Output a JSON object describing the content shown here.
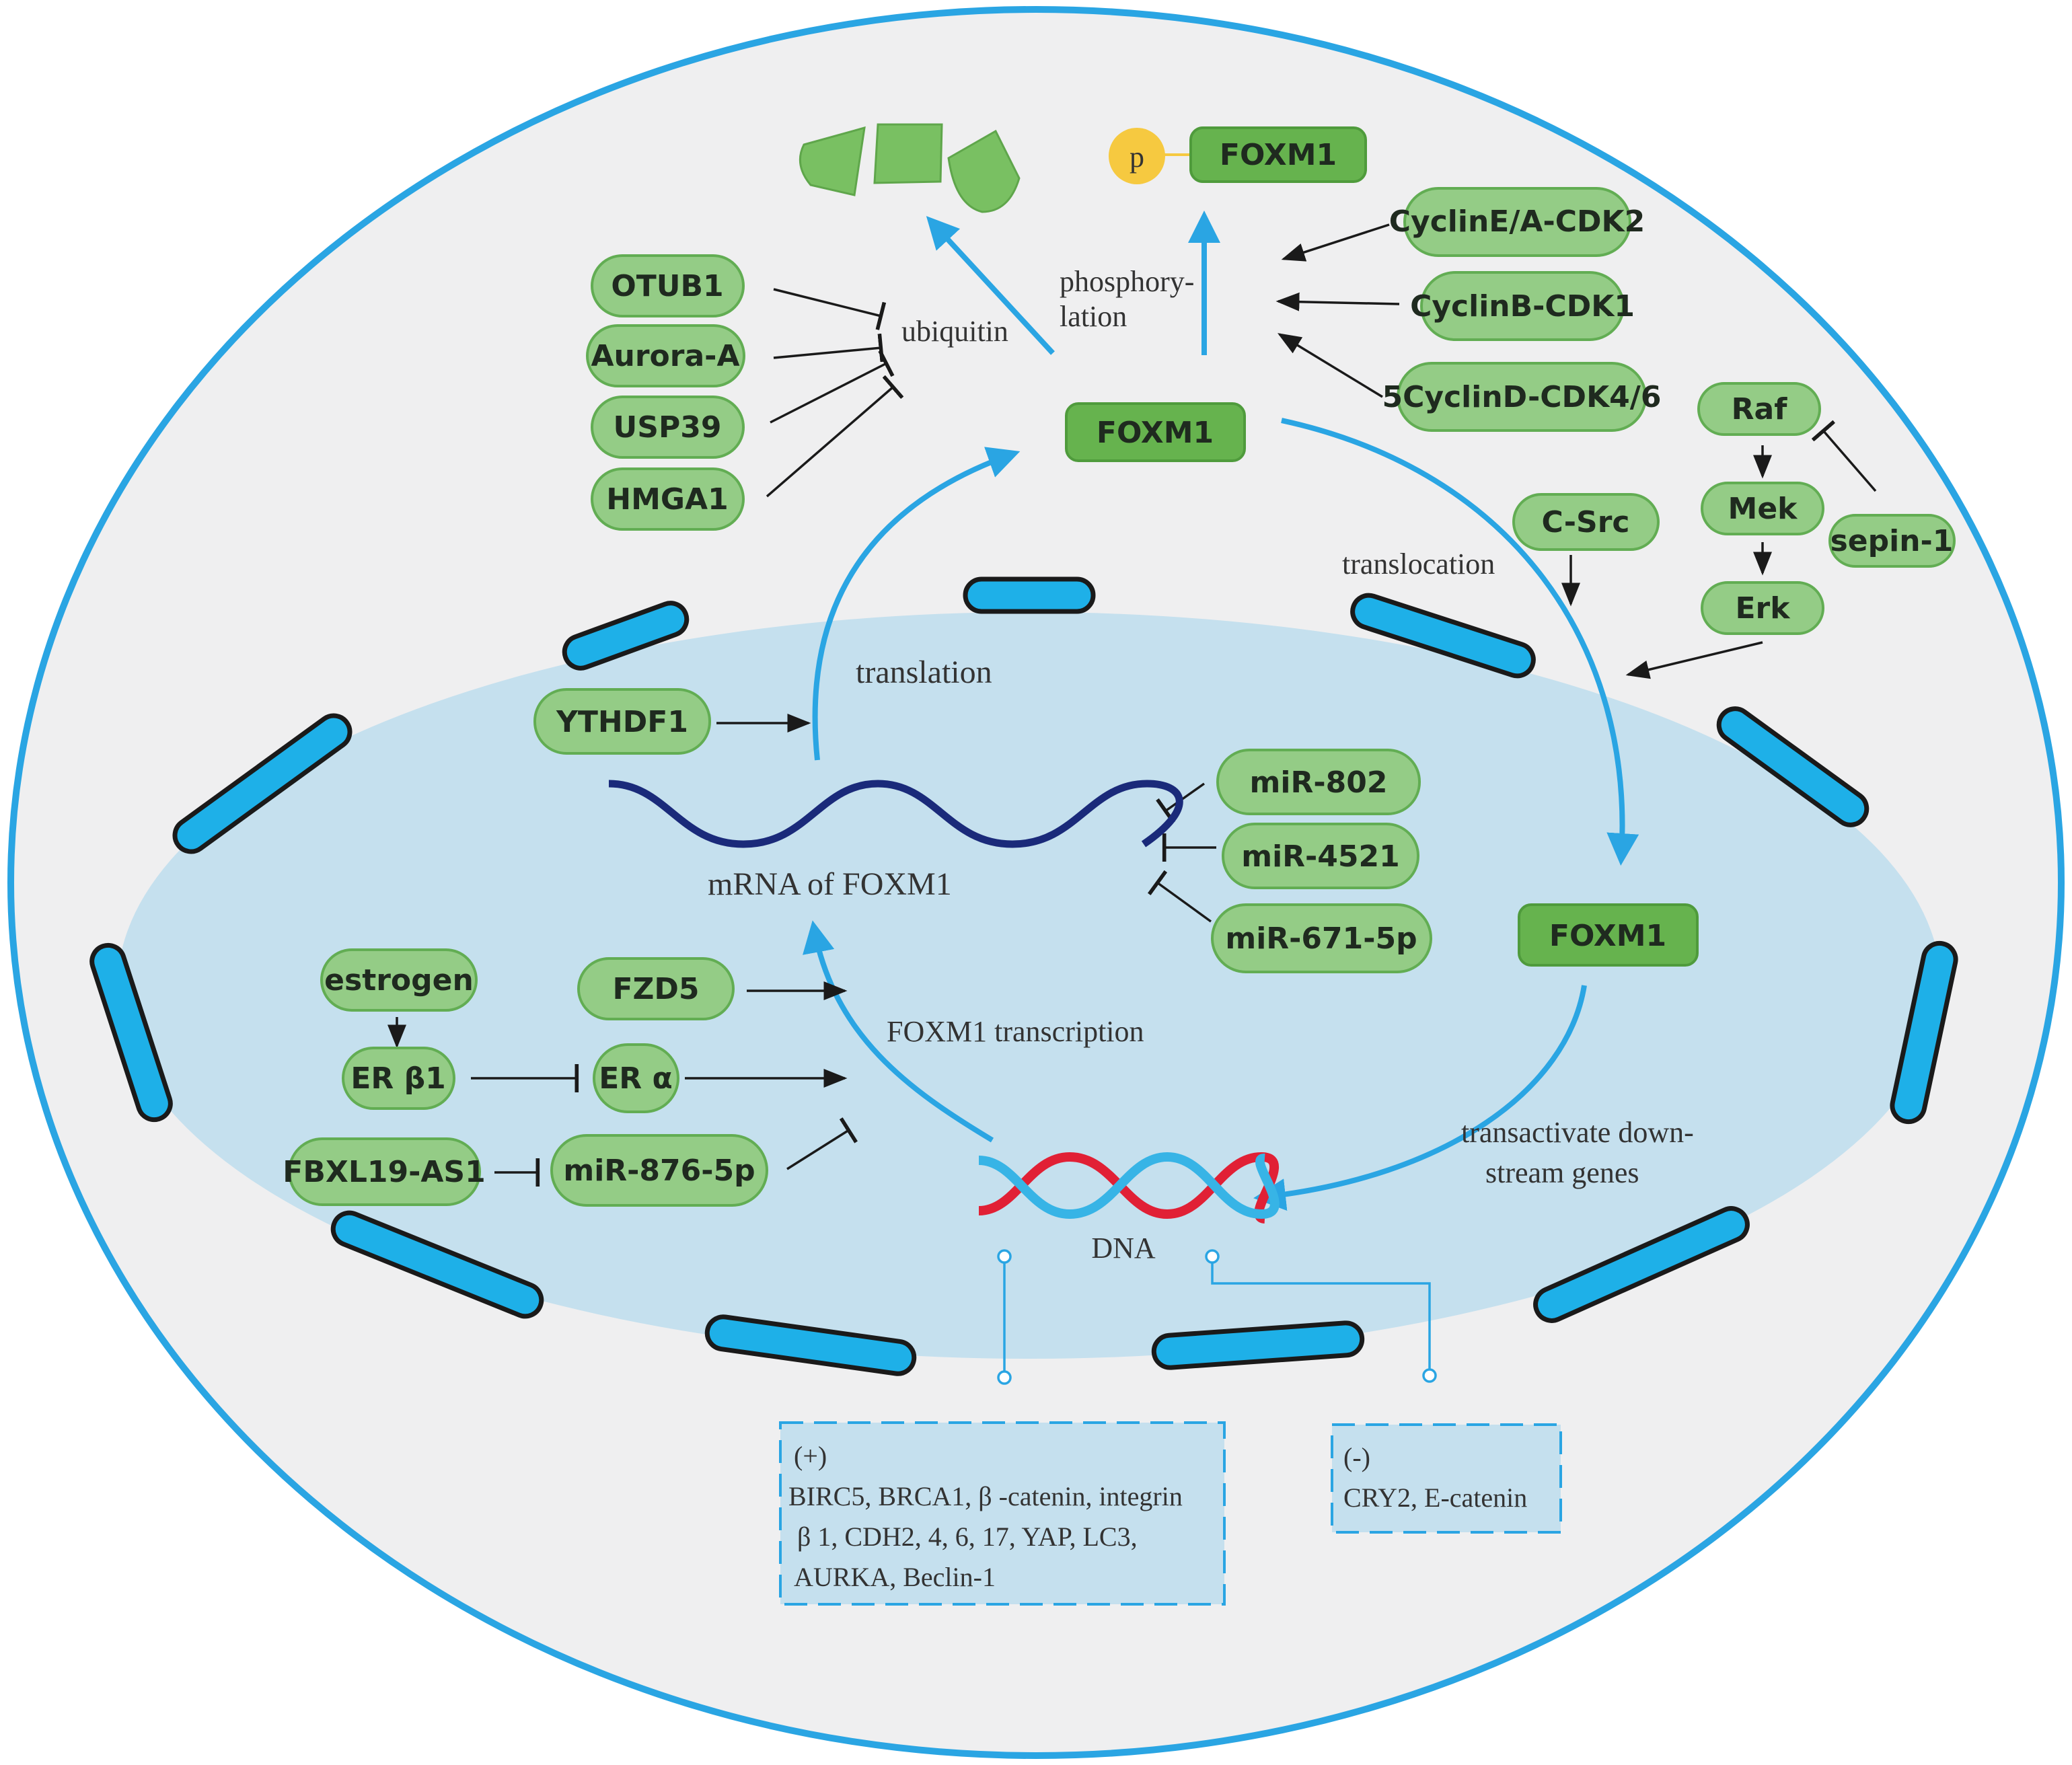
{
  "nodes": {
    "foxm1_phospho": "FOXM1",
    "p_label": "p",
    "cyclin_ea": "CyclinE/A-CDK2",
    "cyclin_b": "CyclinB-CDK1",
    "cyclin_d": "5CyclinD-CDK4/6",
    "otub1": "OTUB1",
    "aurora_a": "Aurora-A",
    "usp39": "USP39",
    "hmga1": "HMGA1",
    "foxm1_cyto": "FOXM1",
    "raf": "Raf",
    "mek": "Mek",
    "erk": "Erk",
    "sepin1": "sepin-1",
    "csrc": "C-Src",
    "ythdf1": "YTHDF1",
    "mir802": "miR-802",
    "mir4521": "miR-4521",
    "mir671": "miR-671-5p",
    "foxm1_nuc": "FOXM1",
    "estrogen": "estrogen",
    "fzd5": "FZD5",
    "erb1": "ER β1",
    "era": "ER α",
    "fbxl19": "FBXL19-AS1",
    "mir876": "miR-876-5p"
  },
  "labels": {
    "phosphorylation_1": "phosphory-",
    "phosphorylation_2": "lation",
    "ubiquitin": "ubiquitin",
    "translocation": "translocation",
    "translation": "translation",
    "mrna": "mRNA of FOXM1",
    "transcription": "FOXM1 transcription",
    "transactivate_1": "transactivate down-",
    "transactivate_2": "stream genes",
    "dna": "DNA"
  },
  "positive_box": {
    "header": "(+)",
    "line1": "BIRC5, BRCA1,  β -catenin, integrin",
    "line2": "β 1, CDH2, 4, 6, 17, YAP, LC3,",
    "line3": "AURKA, Beclin-1"
  },
  "negative_box": {
    "header": "(-)",
    "line1": "CRY2, E-catenin"
  },
  "colors": {
    "cell_fill": "#efeff0",
    "cell_border": "#2aa5e3",
    "nucleus_fill": "#c5e0ee",
    "pill_light": "#94cc86",
    "pill_dark": "#66b34e",
    "dna_red": "#e12035",
    "dna_blue": "#37b4e6",
    "rna": "#1a2a7a",
    "phosphate": "#f6c940"
  }
}
